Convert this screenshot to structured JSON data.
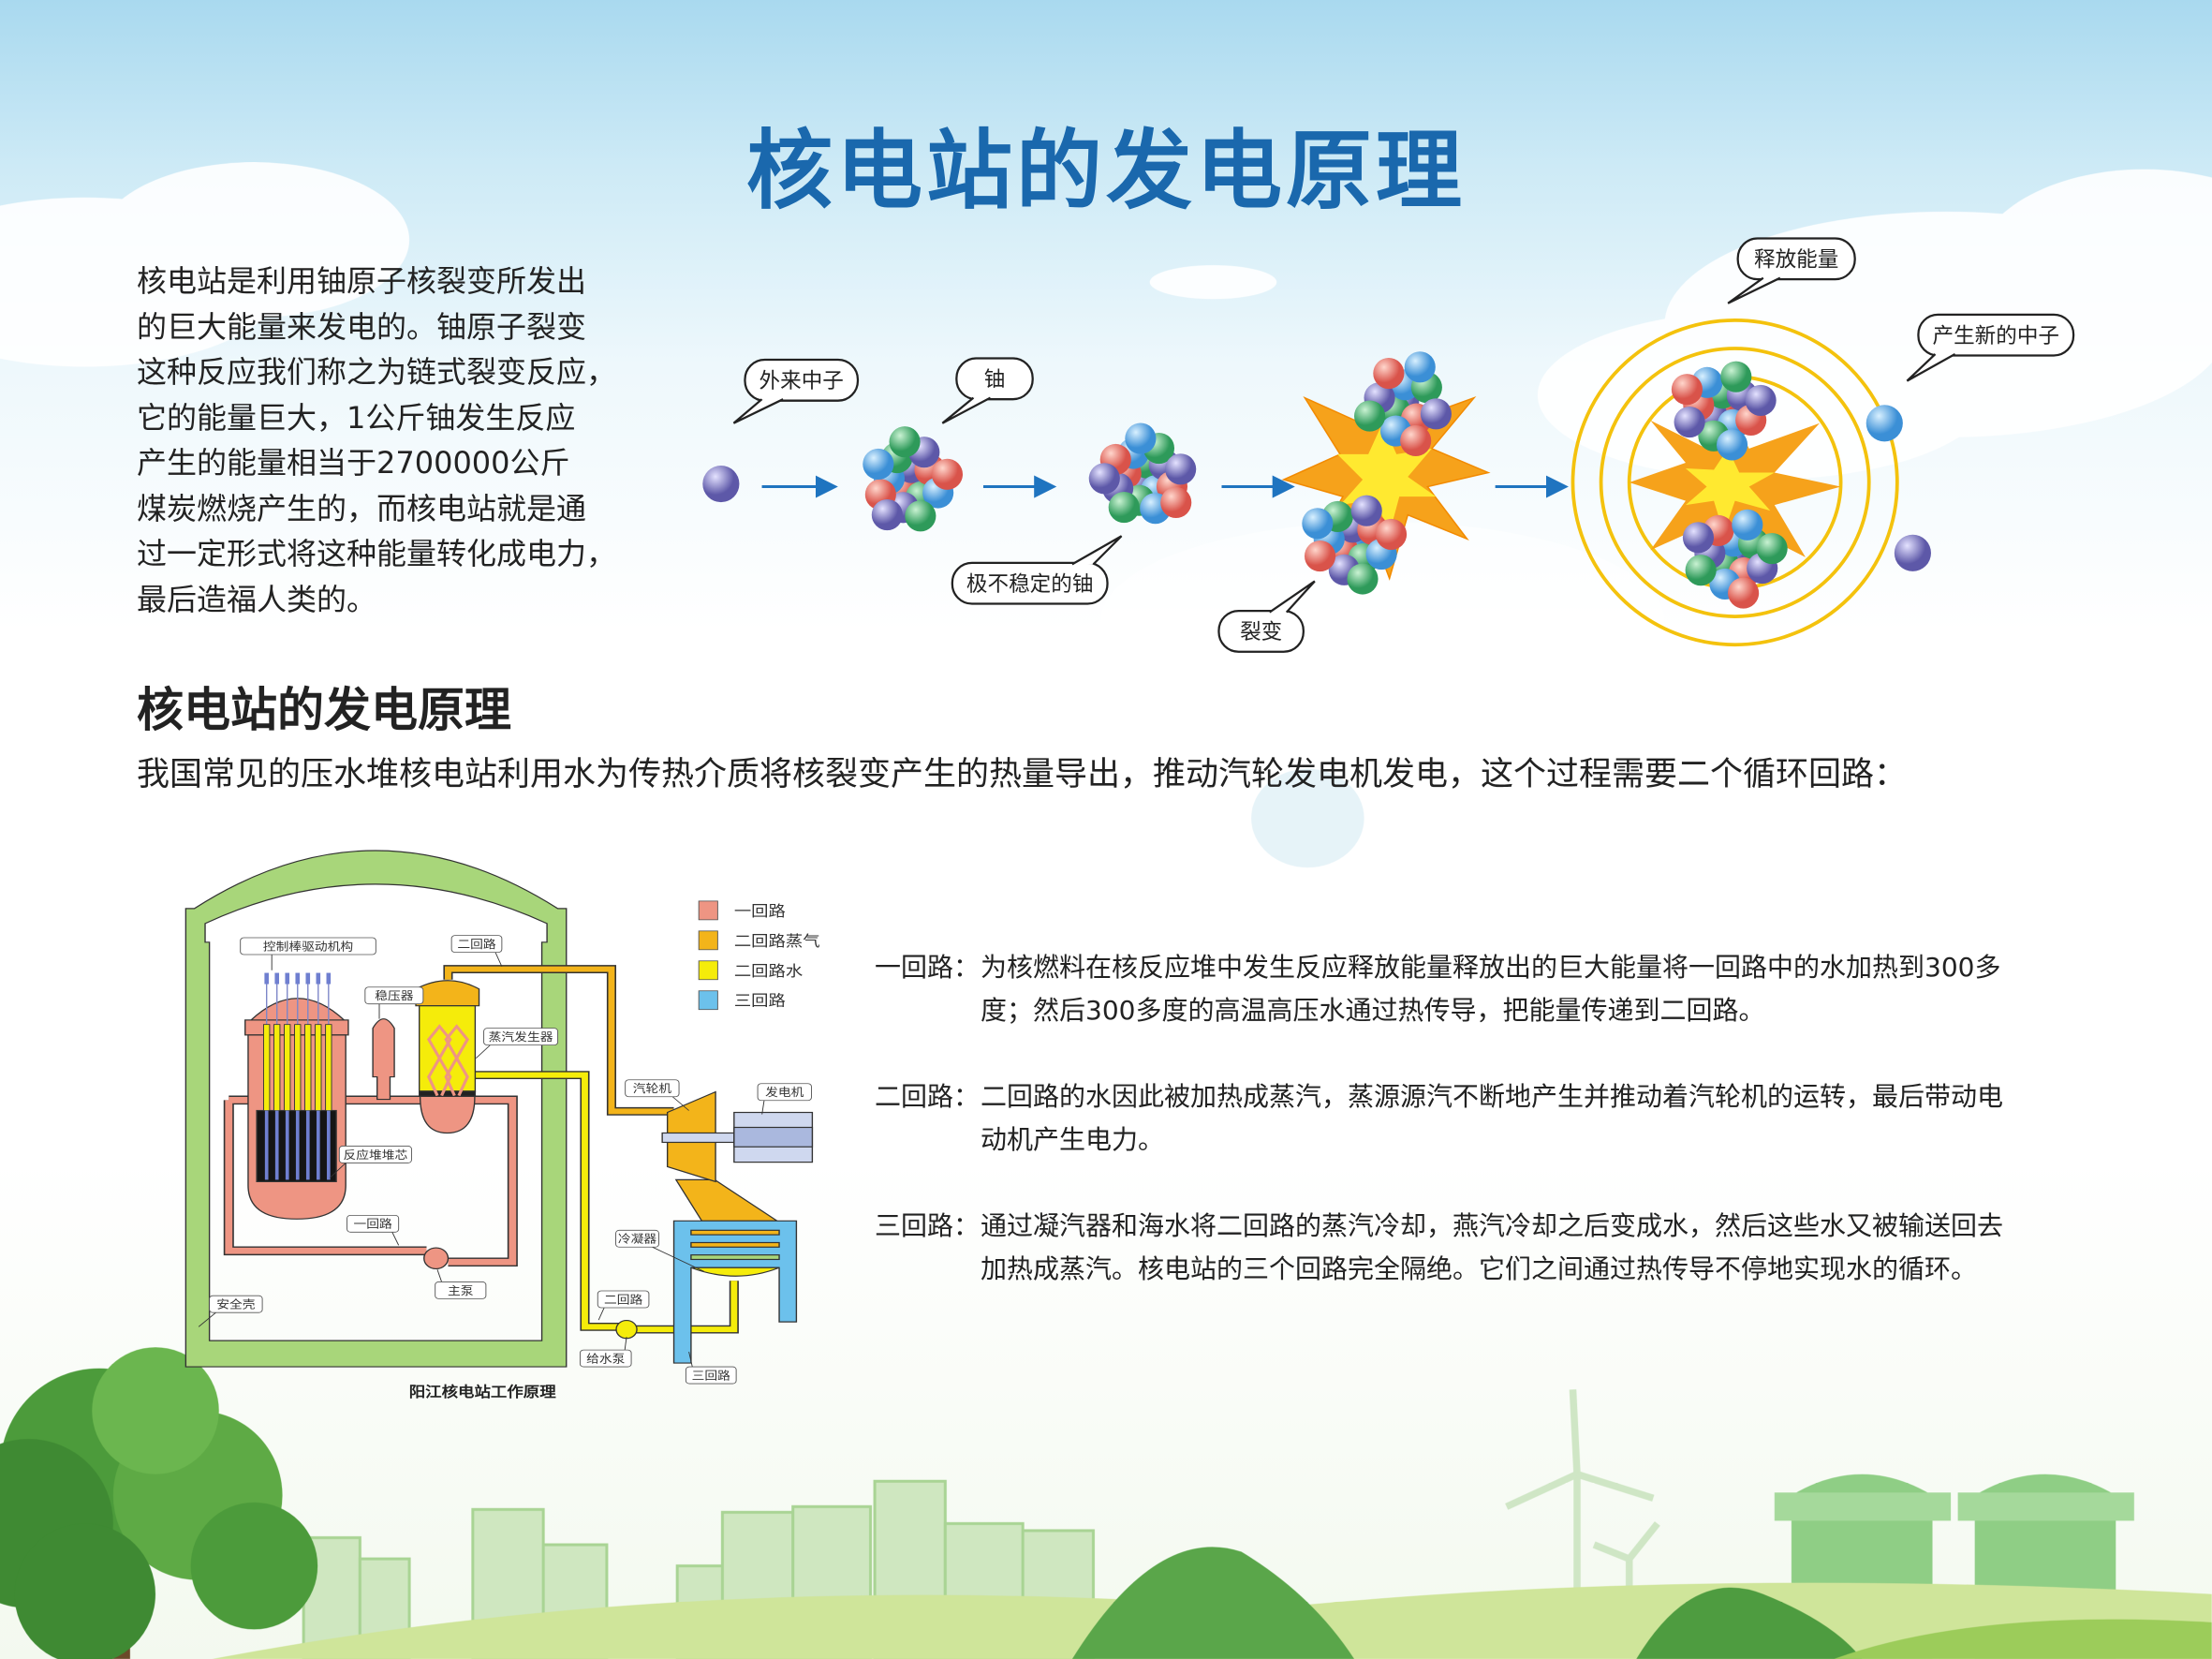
{
  "title": "核电站的发电原理",
  "intro_lines": [
    "核电站是利用铀原子核裂变所发出",
    "的巨大能量来发电的。铀原子裂变",
    "这种反应我们称之为链式裂变反应，",
    "它的能量巨大，1公斤铀发生反应",
    "产生的能量相当于2700000公斤",
    "煤炭燃烧产生的，而核电站就是通",
    "过一定形式将这种能量转化成电力，",
    "最后造福人类的。"
  ],
  "fission": {
    "incoming_neutron": "外来中子",
    "uranium": "铀",
    "unstable_uranium": "极不稳定的铀",
    "fission": "裂变",
    "release_energy": "释放能量",
    "new_neutrons": "产生新的中子"
  },
  "section": {
    "heading": "核电站的发电原理",
    "subtext": "我国常见的压水堆核电站利用水为传热介质将核裂变产生的热量导出，推动汽轮发电机发电，这个过程需要二个循环回路："
  },
  "diagram": {
    "legend": [
      {
        "label": "一回路",
        "color": "#ee9583"
      },
      {
        "label": "二回路蒸气",
        "color": "#f3b41a"
      },
      {
        "label": "二回路水",
        "color": "#f5ec0a"
      },
      {
        "label": "三回路",
        "color": "#6cc1ec"
      }
    ],
    "labels": {
      "control_rod": "控制棒驱动机构",
      "secondary_top": "二回路",
      "pressurizer": "稳压器",
      "steam_generator": "蒸汽发生器",
      "turbine": "汽轮机",
      "generator": "发电机",
      "core": "反应堆堆芯",
      "primary": "一回路",
      "main_pump": "主泵",
      "containment": "安全壳",
      "condenser": "冷凝器",
      "secondary_bottom": "二回路",
      "feed_pump": "给水泵",
      "tertiary": "三回路"
    },
    "caption": "阳江核电站工作原理"
  },
  "circuits": [
    {
      "label": "一回路：",
      "lines": [
        "为核燃料在核反应堆中发生反应释放能量释放出的巨大能量将一回路中的水加热到300多",
        "度；然后300多度的高温高压水通过热传导，把能量传递到二回路。"
      ]
    },
    {
      "label": "二回路：",
      "lines": [
        "二回路的水因此被加热成蒸汽，蒸源源汽不断地产生并推动着汽轮机的运转，最后带动电",
        "动机产生电力。"
      ]
    },
    {
      "label": "三回路：",
      "lines": [
        "通过凝汽器和海水将二回路的蒸汽冷却，燕汽冷却之后变成水，然后这些水又被输送回去",
        "加热成蒸汽。核电站的三个回路完全隔绝。它们之间通过热传导不停地实现水的循环。"
      ]
    }
  ]
}
